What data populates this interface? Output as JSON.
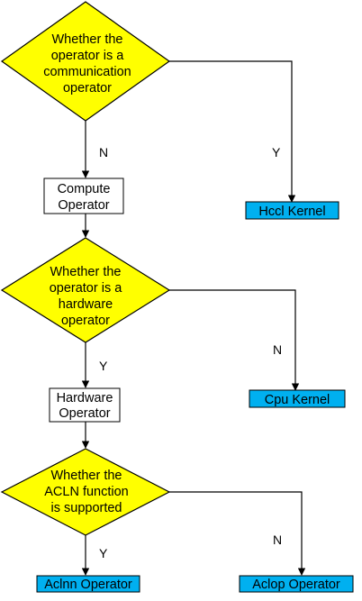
{
  "colors": {
    "decision_fill": "#FFFF00",
    "target_fill": "#00B0F0",
    "process_fill": "#FFFFFF",
    "stroke": "#000000"
  },
  "decisions": [
    {
      "lines": [
        "Whether the",
        "operator is a",
        "communication",
        "operator"
      ]
    },
    {
      "lines": [
        "Whether the",
        "operator is a",
        "hardware",
        "operator"
      ]
    },
    {
      "lines": [
        "Whether the",
        "ACLN function",
        "is supported"
      ]
    }
  ],
  "processes": [
    {
      "lines": [
        "Compute",
        "Operator"
      ]
    },
    {
      "lines": [
        "Hardware",
        "Operator"
      ]
    }
  ],
  "targets": {
    "hccl": "Hccl Kernel",
    "cpu": "Cpu Kernel",
    "aclnn": "Aclnn Operator",
    "aclop": "Aclop Operator"
  },
  "edges": {
    "d1_no": "N",
    "d1_yes": "Y",
    "d2_yes": "Y",
    "d2_no": "N",
    "d3_yes": "Y",
    "d3_no": "N"
  }
}
